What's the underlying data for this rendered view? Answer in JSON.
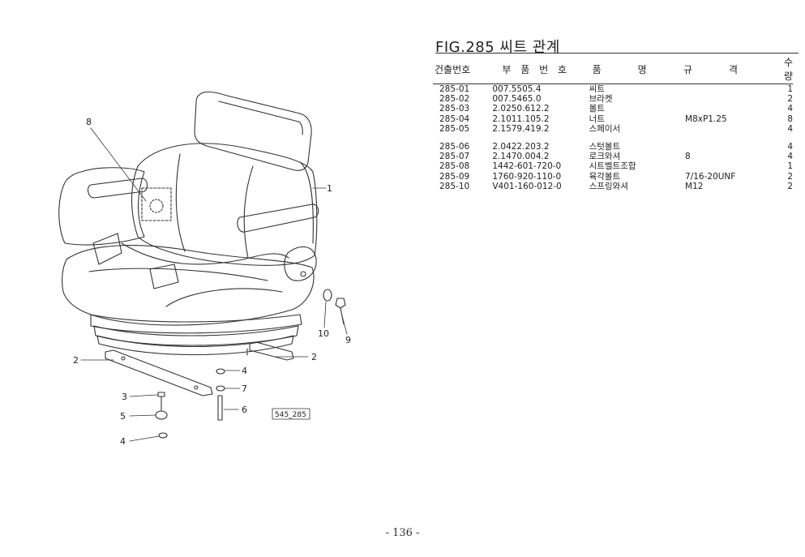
{
  "figure": {
    "title": "FIG.285 씨트 관계",
    "ref_code": "545_285",
    "callouts": [
      "8",
      "1",
      "2",
      "2",
      "10",
      "9",
      "4",
      "7",
      "3",
      "5",
      "6",
      "4"
    ]
  },
  "table": {
    "headers": {
      "no": "건출번호",
      "part_number": "부 품 번 호",
      "name_a": "품",
      "name_b": "명",
      "spec_a": "규",
      "spec_b": "격",
      "qty": "수량"
    },
    "rows": [
      {
        "no": "285-01",
        "part_number": "007.5505.4",
        "name": "씨트",
        "spec": "",
        "qty": "1"
      },
      {
        "no": "285-02",
        "part_number": "007.5465.0",
        "name": "브라켓",
        "spec": "",
        "qty": "2"
      },
      {
        "no": "285-03",
        "part_number": "2.0250.612.2",
        "name": "볼트",
        "spec": "",
        "qty": "4"
      },
      {
        "no": "285-04",
        "part_number": "2.1011.105.2",
        "name": "너트",
        "spec": "M8xP1.25",
        "qty": "8"
      },
      {
        "no": "285-05",
        "part_number": "2.1579.419.2",
        "name": "스페이서",
        "spec": "",
        "qty": "4"
      },
      {
        "no": "285-06",
        "part_number": "2.0422.203.2",
        "name": "스텃볼트",
        "spec": "",
        "qty": "4"
      },
      {
        "no": "285-07",
        "part_number": "2.1470.004.2",
        "name": "로크와셔",
        "spec": "8",
        "qty": "4"
      },
      {
        "no": "285-08",
        "part_number": "1442-601-720-0",
        "name": "시트벨트조합",
        "spec": "",
        "qty": "1"
      },
      {
        "no": "285-09",
        "part_number": "1760-920-110-0",
        "name": "육각볼트",
        "spec": "7/16-20UNF",
        "qty": "2"
      },
      {
        "no": "285-10",
        "part_number": "V401-160-012-0",
        "name": "스프링와셔",
        "spec": "M12",
        "qty": "2"
      }
    ]
  },
  "page_number": "- 136 -"
}
